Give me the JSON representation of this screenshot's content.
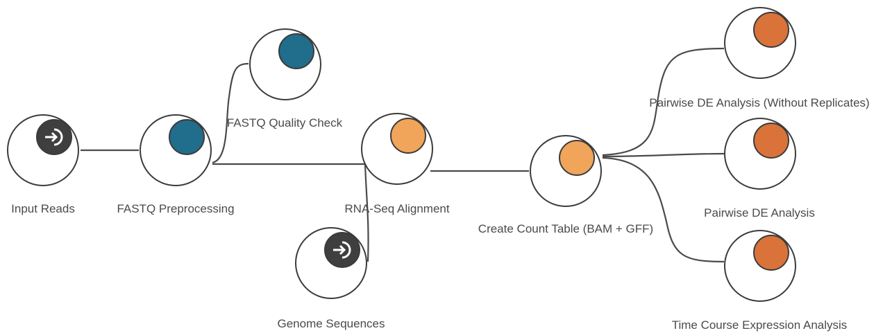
{
  "workflow": {
    "nodes": [
      {
        "id": "input-reads",
        "label": "Input Reads",
        "kind": "input",
        "color": "#3f3f3f",
        "icon": "input-arrow-icon"
      },
      {
        "id": "fastq-preprocessing",
        "label": "FASTQ Preprocessing",
        "kind": "step",
        "color": "#216d8c"
      },
      {
        "id": "fastq-quality-check",
        "label": "FASTQ Quality Check",
        "kind": "step",
        "color": "#216d8c"
      },
      {
        "id": "rna-seq-alignment",
        "label": "RNA-Seq Alignment",
        "kind": "step",
        "color": "#f0a55a"
      },
      {
        "id": "genome-sequences",
        "label": "Genome Sequences",
        "kind": "input",
        "color": "#3f3f3f",
        "icon": "input-arrow-icon"
      },
      {
        "id": "create-count-table",
        "label": "Create Count Table (BAM + GFF)",
        "kind": "step",
        "color": "#f0a55a"
      },
      {
        "id": "pairwise-de-no-rep",
        "label": "Pairwise DE Analysis (Without Replicates)",
        "kind": "step",
        "color": "#d9733a"
      },
      {
        "id": "pairwise-de",
        "label": "Pairwise DE Analysis",
        "kind": "step",
        "color": "#d9733a"
      },
      {
        "id": "time-course",
        "label": "Time Course Expression Analysis",
        "kind": "step",
        "color": "#d9733a"
      }
    ],
    "edges": [
      {
        "from": "input-reads",
        "to": "fastq-preprocessing"
      },
      {
        "from": "fastq-preprocessing",
        "to": "fastq-quality-check"
      },
      {
        "from": "fastq-preprocessing",
        "to": "rna-seq-alignment"
      },
      {
        "from": "genome-sequences",
        "to": "rna-seq-alignment"
      },
      {
        "from": "rna-seq-alignment",
        "to": "create-count-table"
      },
      {
        "from": "create-count-table",
        "to": "pairwise-de-no-rep"
      },
      {
        "from": "create-count-table",
        "to": "pairwise-de"
      },
      {
        "from": "create-count-table",
        "to": "time-course"
      }
    ]
  }
}
